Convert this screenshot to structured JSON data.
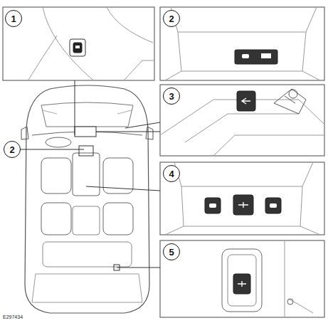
{
  "diagram": {
    "nodes": [
      {
        "text": [
          "1"
        ]
      },
      {
        "text": [
          "2"
        ]
      },
      {
        "text": [
          "3"
        ]
      },
      {
        "text": [
          "4"
        ]
      },
      {
        "text": [
          "5"
        ]
      },
      {
        "text": [
          "2"
        ]
      }
    ],
    "labels": [
      "E297434"
    ]
  }
}
